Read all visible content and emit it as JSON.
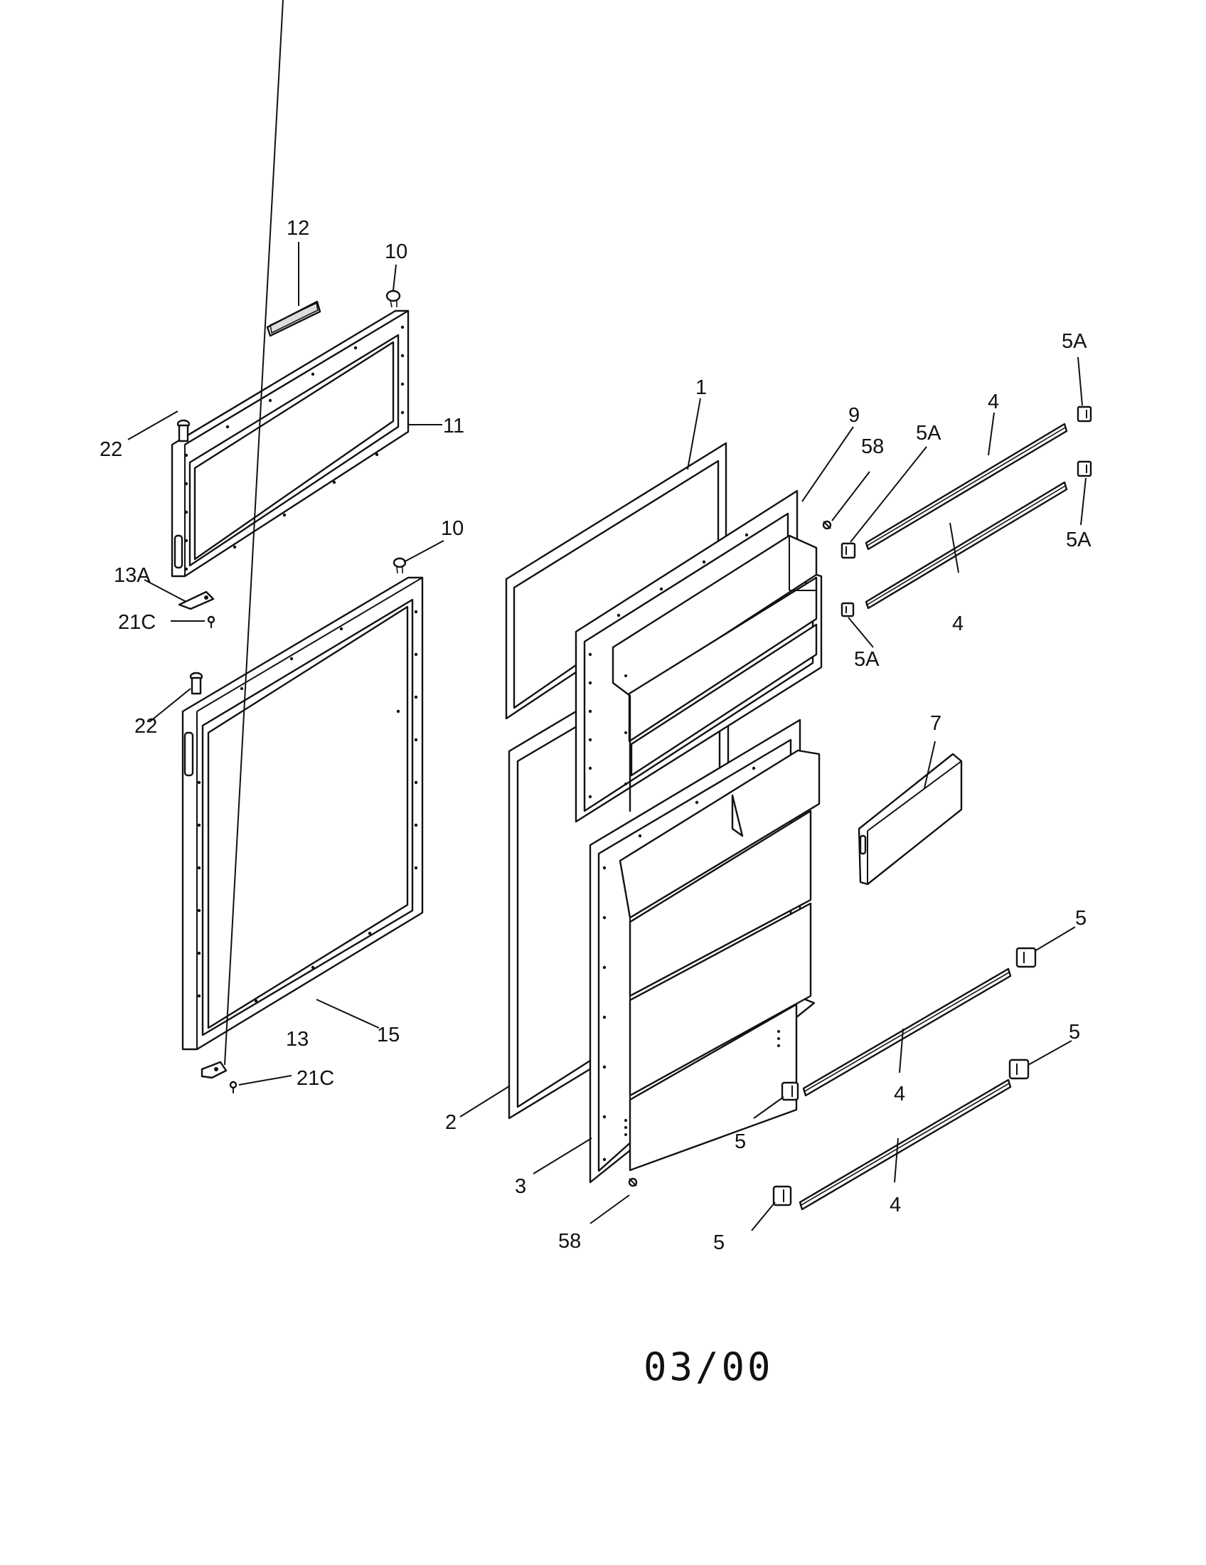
{
  "diagram": {
    "callouts": {
      "c_12": "12",
      "c_10_top": "10",
      "c_22_top": "22",
      "c_11": "11",
      "c_13a": "13A",
      "c_21c_top": "21C",
      "c_10_mid": "10",
      "c_22_mid": "22",
      "c_15": "15",
      "c_13": "13",
      "c_21c_bot": "21C",
      "c_1": "1",
      "c_9": "9",
      "c_58_top": "58",
      "c_5a_a": "5A",
      "c_4_a": "4",
      "c_5a_b": "5A",
      "c_5a_c": "5A",
      "c_4_b": "4",
      "c_5a_d": "5A",
      "c_7": "7",
      "c_5_a": "5",
      "c_5_b": "5",
      "c_4_c": "4",
      "c_5_c": "5",
      "c_2": "2",
      "c_3": "3",
      "c_58_bot": "58",
      "c_4_d": "4",
      "c_5_d": "5"
    },
    "footer": {
      "date_code": "03/00"
    }
  }
}
